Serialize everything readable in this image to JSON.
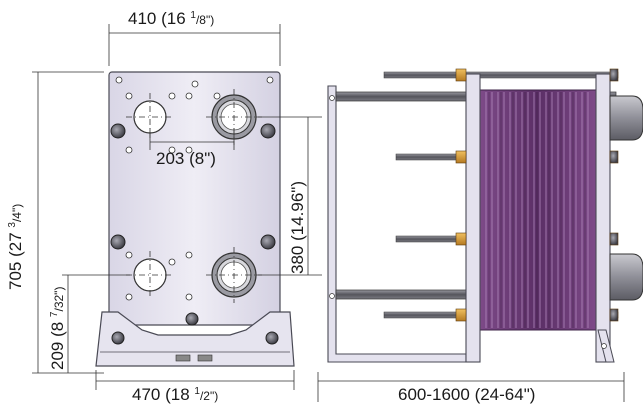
{
  "dimensions": {
    "frame_width": {
      "value": "410 (16 ",
      "sup": "1",
      "sub": "/8\")"
    },
    "port_spacing": {
      "value": "203 (8\")"
    },
    "port_height": {
      "value": "380 (14.96\")"
    },
    "overall_height": {
      "value": "705 (27 ",
      "sup": "3",
      "sub": "/4\")"
    },
    "port_elevation": {
      "value": "209 (8 ",
      "sup": "7",
      "sub": "/32\")"
    },
    "base_width": {
      "value": "470 (18 ",
      "sup": "1",
      "sub": "/2\")"
    },
    "length_range": {
      "value": "600-1600 (24-64\")"
    }
  },
  "colors": {
    "plate_fill": "#e4e2ee",
    "plate_stroke": "#4a4a55",
    "pack_purple": "#6f3f78",
    "pack_dark": "#3d2347",
    "rod_gray": "#6e6e74",
    "nut_orange": "#d29a3a",
    "dim_line": "#333333"
  }
}
